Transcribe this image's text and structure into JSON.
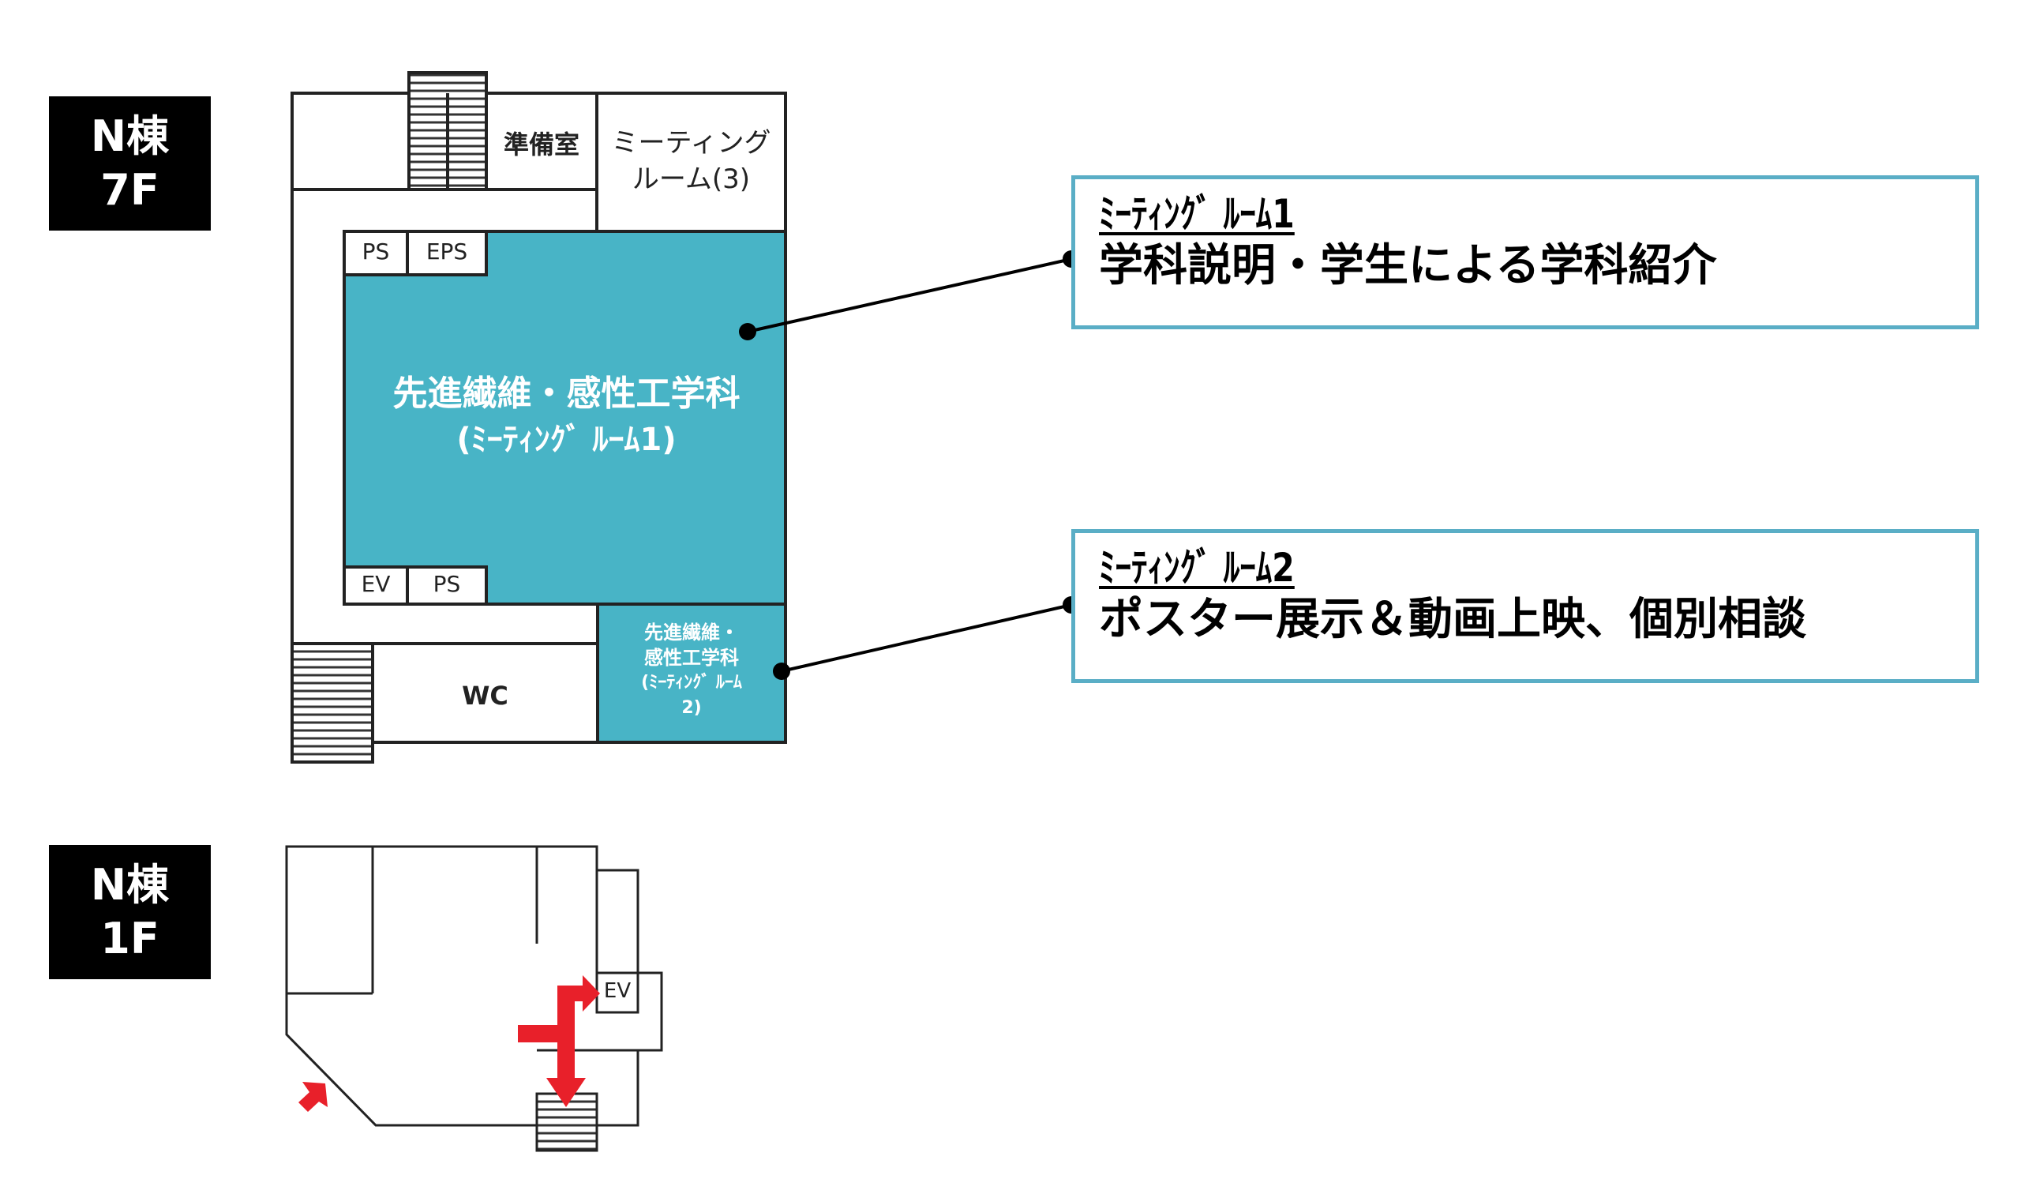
{
  "floor7": {
    "building": "N棟",
    "floor": "7F"
  },
  "floor1": {
    "building": "N棟",
    "floor": "1F"
  },
  "rooms": {
    "prep": "準備室",
    "meeting3_line1": "ミーティング",
    "meeting3_line2": "ルーム(3)",
    "ps_top": "PS",
    "eps": "EPS",
    "ev_7f": "EV",
    "ps_bottom": "PS",
    "wc": "WC",
    "room1_line1": "先進繊維・感性工学科",
    "room1_line2": "(ﾐｰﾃｨﾝｸﾞ ﾙｰﾑ1)",
    "room2_line1": "先進繊維・",
    "room2_line2": "感性工学科",
    "room2_line3": "(ﾐｰﾃｨﾝｸﾞ ﾙｰﾑ",
    "room2_line4": "2)",
    "ev_1f": "EV"
  },
  "callouts": [
    {
      "title": "ﾐｰﾃｨﾝｸﾞ ﾙｰﾑ1",
      "desc": "学科説明・学生による学科紹介"
    },
    {
      "title": "ﾐｰﾃｨﾝｸﾞ ﾙｰﾑ2",
      "desc": "ポスター展示＆動画上映、個別相談"
    }
  ],
  "colors": {
    "room_fill": "#48b4c6",
    "callout_border": "#5aaec6",
    "arrow": "#e8202a"
  }
}
